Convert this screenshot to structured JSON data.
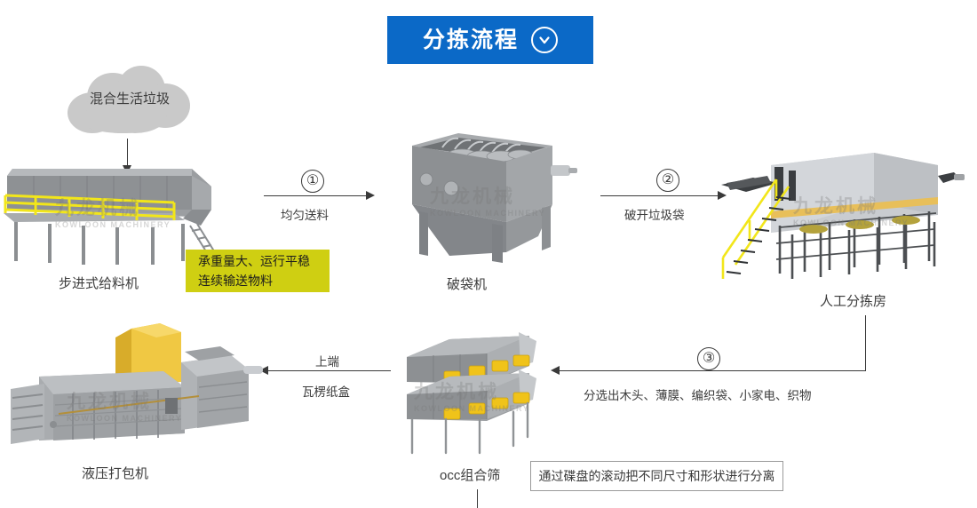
{
  "banner": {
    "title": "分拣流程",
    "icon": "chevron-down-circle-icon",
    "bg_color": "#0b69c7"
  },
  "source": {
    "cloud_label": "混合生活垃圾"
  },
  "stages": {
    "feeder": {
      "label": "步进式给料机"
    },
    "bag_breaker": {
      "label": "破袋机"
    },
    "sorting_room": {
      "label": "人工分拣房"
    },
    "occ_screen": {
      "label": "occ组合筛"
    },
    "baler": {
      "label": "液压打包机"
    }
  },
  "notes": {
    "feeder_note_line1": "承重量大、运行平稳",
    "feeder_note_line2": "连续输送物料",
    "feeder_note_color": "#cfcf12",
    "occ_note": "通过碟盘的滚动把不同尺寸和形状进行分离"
  },
  "flows": {
    "step1": {
      "number": "①",
      "label": "均匀送料"
    },
    "step2": {
      "number": "②",
      "label": "破开垃圾袋"
    },
    "step3": {
      "number": "③",
      "label": "分选出木头、薄膜、编织袋、小家电、织物"
    },
    "step4": {
      "top_label": "上端",
      "bottom_label": "瓦楞纸盒"
    }
  },
  "watermark": {
    "cn": "九龙机械",
    "en": "KOWLOON MACHINERY"
  }
}
